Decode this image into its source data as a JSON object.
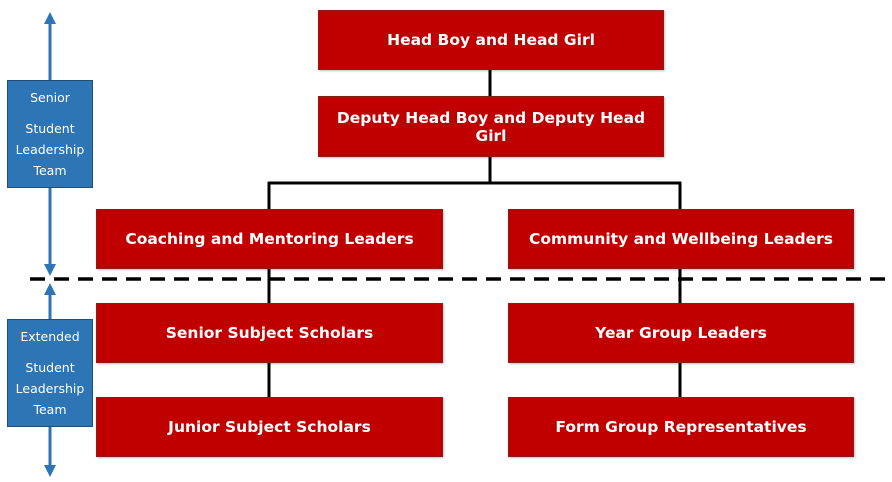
{
  "colors": {
    "box": "#c00000",
    "side": "#2e75b6",
    "connector": "#000000",
    "arrow": "#2e75b6"
  },
  "boxes": {
    "head": "Head Boy and Head Girl",
    "deputy": "Deputy Head Boy and Deputy Head Girl",
    "coaching": "Coaching and Mentoring Leaders",
    "community": "Community and Wellbeing Leaders",
    "senior_scholars": "Senior Subject Scholars",
    "year_group": "Year Group Leaders",
    "junior_scholars": "Junior Subject Scholars",
    "form_group": "Form Group Representatives"
  },
  "sidebar": {
    "senior": {
      "line1": "Senior",
      "line2": "Student",
      "line3": "Leadership",
      "line4": "Team"
    },
    "extended": {
      "line1": "Extended",
      "line2": "Student",
      "line3": "Leadership",
      "line4": "Team"
    }
  }
}
